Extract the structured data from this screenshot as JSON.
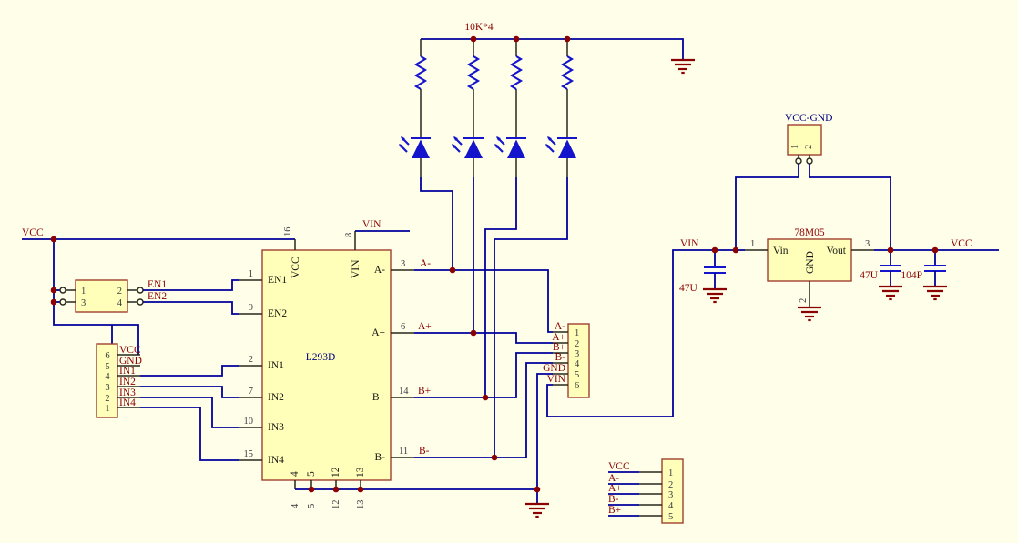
{
  "schematic": {
    "resistor_network": {
      "label": "10K*4"
    },
    "net_labels": {
      "vcc_left": "VCC",
      "vin_top": "VIN",
      "en1": "EN1",
      "en2": "EN2",
      "vin_right": "VIN",
      "vcc_right": "VCC"
    },
    "ic": {
      "comment": "L293D",
      "top_pins": [
        {
          "num": "16",
          "name": "VCC"
        },
        {
          "num": "8",
          "name": "VIN"
        }
      ],
      "left_pins": [
        {
          "num": "1",
          "name": "EN1"
        },
        {
          "num": "9",
          "name": "EN2"
        },
        {
          "num": "2",
          "name": "IN1"
        },
        {
          "num": "7",
          "name": "IN2"
        },
        {
          "num": "10",
          "name": "IN3"
        },
        {
          "num": "15",
          "name": "IN4"
        }
      ],
      "right_pins": [
        {
          "num": "3",
          "name": "A-",
          "net": "A-"
        },
        {
          "num": "6",
          "name": "A+",
          "net": "A+"
        },
        {
          "num": "14",
          "name": "B+",
          "net": "B+"
        },
        {
          "num": "11",
          "name": "B-",
          "net": "B-"
        }
      ],
      "bottom_pins": [
        {
          "num": "4",
          "name": "4"
        },
        {
          "num": "5",
          "name": "5"
        },
        {
          "num": "12",
          "name": "12"
        },
        {
          "num": "13",
          "name": "13"
        }
      ]
    },
    "jumper": {
      "pins": [
        "1",
        "2",
        "3",
        "4"
      ]
    },
    "input_connector": {
      "pins": [
        "6",
        "5",
        "4",
        "3",
        "2",
        "1"
      ],
      "nets": [
        "VCC",
        "GND",
        "IN1",
        "IN2",
        "IN3",
        "IN4"
      ]
    },
    "output_connector": {
      "pins": [
        "1",
        "2",
        "3",
        "4",
        "5",
        "6"
      ],
      "nets": [
        "A-",
        "A+",
        "B+",
        "B-",
        "GND",
        "VIN"
      ]
    },
    "aux_connector": {
      "pins": [
        "1",
        "2",
        "3",
        "4",
        "5"
      ],
      "nets": [
        "VCC",
        "A-",
        "A+",
        "B-",
        "B+"
      ]
    },
    "vcc_gnd": {
      "comment": "VCC-GND",
      "pins": [
        "1",
        "2"
      ]
    },
    "regulator": {
      "comment": "78M05",
      "pins": [
        {
          "num": "1",
          "name": "Vin"
        },
        {
          "num": "2",
          "name": "GND"
        },
        {
          "num": "3",
          "name": "Vout"
        }
      ]
    },
    "capacitors": [
      {
        "value": "47U"
      },
      {
        "value": "47U"
      },
      {
        "value": "104P"
      }
    ],
    "colors": {
      "background": "#FFFEE9",
      "wire": "#00009C",
      "symbol_blue": "#1414CC",
      "body_fill": "#FFFFB9",
      "body_border": "#A04030",
      "net_label": "#8B0000",
      "comment_blue": "#000080",
      "pin_line": "#26261C"
    }
  }
}
